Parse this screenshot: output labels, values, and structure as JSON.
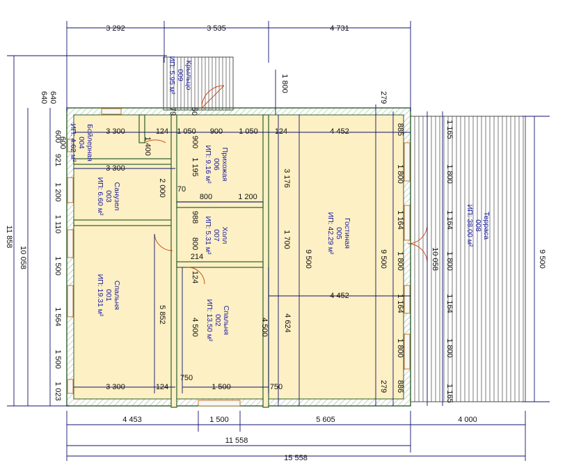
{
  "rooms": [
    {
      "name": "Бойлерная",
      "code": "004",
      "area": "ИП: 4.62 м²"
    },
    {
      "name": "Санузел",
      "code": "003",
      "area": "ИП: 6.60 м²"
    },
    {
      "name": "Спальня",
      "code": "001",
      "area": "ИП: 19.31 м²"
    },
    {
      "name": "Прихожая",
      "code": "006",
      "area": "ИП: 9.16 м²"
    },
    {
      "name": "Холл",
      "code": "007",
      "area": "ИП: 5.31 м²"
    },
    {
      "name": "Спальня",
      "code": "002",
      "area": "ИП: 13.50 м²"
    },
    {
      "name": "Гостиная",
      "code": "005",
      "area": "ИП: 42.29 м²"
    },
    {
      "name": "Терраса",
      "code": "008",
      "area": "ИП: 38.00 м²"
    },
    {
      "name": "Крыльцо",
      "code": "009",
      "area": "ИП: 5.95 м²"
    }
  ],
  "dims": {
    "top": [
      "3 292",
      "3 535",
      "4 731"
    ],
    "bottom": [
      "4 453",
      "1 500",
      "5 605",
      "4 000",
      "11 558",
      "15 558"
    ],
    "left": [
      "11 858",
      "10 058",
      "640",
      "600",
      "921",
      "1 200",
      "1 110",
      "1 500",
      "1 564",
      "1 500",
      "1 023"
    ],
    "right": [
      "9 500",
      "10 058",
      "1 165",
      "1 800",
      "1 164",
      "1 800",
      "1 164",
      "1 800",
      "1 165"
    ],
    "inner_right": [
      "885",
      "1 800",
      "1 164",
      "1 800",
      "1 164",
      "1 800",
      "886",
      "279",
      "279",
      "9 500",
      "9 500",
      "1 800"
    ],
    "inner": [
      "4 452",
      "4 452",
      "3 300",
      "124",
      "1 050",
      "900",
      "1 050",
      "124",
      "3 300",
      "800",
      "1 200",
      "3 300",
      "124",
      "750",
      "1 500",
      "750",
      "214",
      "70"
    ],
    "small": [
      "640",
      "79",
      "50",
      "1 400",
      "1 195",
      "900",
      "3 176",
      "2 000",
      "988",
      "800",
      "1 700",
      "124",
      "5 852",
      "4 500",
      "4 500",
      "4 624",
      "600"
    ]
  }
}
